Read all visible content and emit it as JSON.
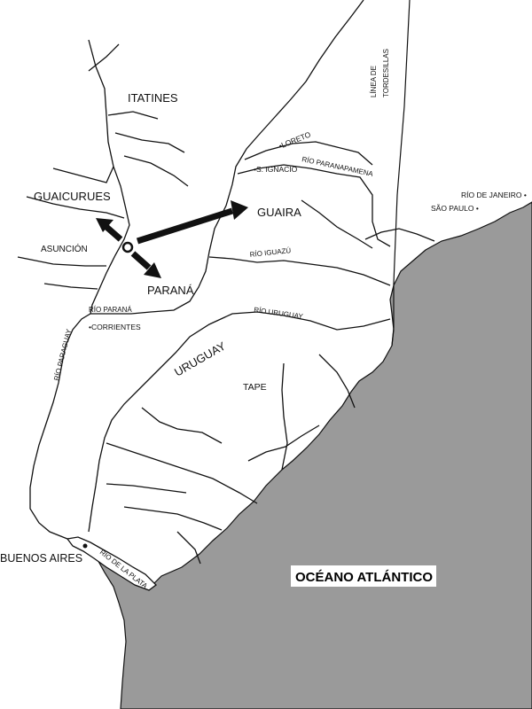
{
  "colors": {
    "ocean": "#9a9a9a",
    "land": "#ffffff",
    "ink": "#111111",
    "label_box": "#ffffff"
  },
  "regions": {
    "itatines": "ITATINES",
    "guaicurues": "GUAICURUES",
    "asuncion": "ASUNCIÓN",
    "guaira": "GUAIRA",
    "parana": "PARANÁ",
    "uruguay": "URUGUAY",
    "tape": "TAPE",
    "buenos_aires": "BUENOS AIRES"
  },
  "places": {
    "loreto": "LORETO",
    "san_ignacio": "S. IGNACIO",
    "rio_de_janeiro": "RÍO DE JANEIRO",
    "sao_paulo": "SÃO PAULO",
    "corrientes": "CORRIENTES"
  },
  "rivers": {
    "paranapanema": "RÍO PARANAPAMENA",
    "iguazu": "RÍO IGUAZÚ",
    "uruguay": "RÍO URUGUAY",
    "parana": "RÍO PARANÁ",
    "paraguay": "RÍO PARAGUAY",
    "la_plata": "RÍO DE LA PLATA"
  },
  "lines": {
    "tordesillas_1": "LÍNEA DE",
    "tordesillas_2": "TORDESILLAS"
  },
  "ocean_label": "OCÉANO ATLÁNTICO"
}
